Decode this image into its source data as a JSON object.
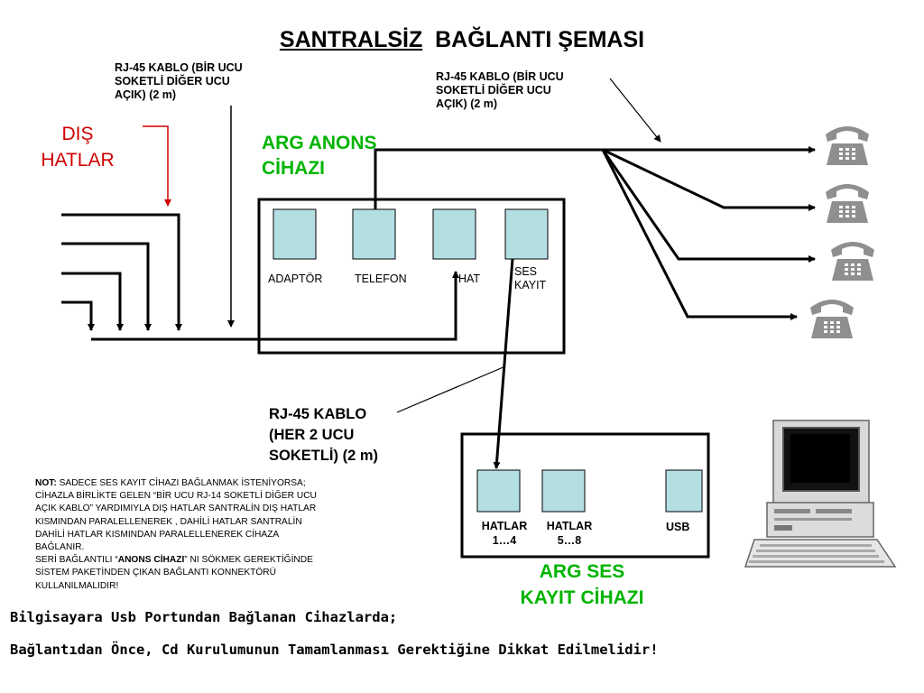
{
  "title": {
    "underlined": "SANTRALSİZ",
    "rest": "  BAĞLANTI ŞEMASI"
  },
  "cable_label_left": [
    "RJ-45 KABLO (BİR UCU",
    "SOKETLİ DİĞER UCU",
    "AÇIK) (2 m)"
  ],
  "cable_label_right": [
    "RJ-45 KABLO (BİR UCU",
    "SOKETLİ DİĞER UCU",
    "AÇIK) (2 m)"
  ],
  "dis_hatlar": [
    "DIŞ",
    "HATLAR"
  ],
  "anons_title": [
    "ARG ANONS",
    "CİHAZI"
  ],
  "anons_ports": [
    "ADAPTÖR",
    "TELEFON",
    "HAT",
    "SES",
    "KAYIT"
  ],
  "cable_label_mid": [
    "RJ-45 KABLO",
    "(HER 2 UCU",
    "SOKETLİ) (2 m)"
  ],
  "ses_ports": {
    "hatlar_1": [
      "HATLAR",
      "1…4"
    ],
    "hatlar_2": [
      "HATLAR",
      "5…8"
    ],
    "usb": "USB"
  },
  "ses_title": [
    "ARG SES",
    "KAYIT CİHAZI"
  ],
  "note": {
    "label": "NOT:",
    "line1": " SADECE SES KAYIT CİHAZI BAĞLANMAK İSTENİYORSA;",
    "line2": "CİHAZLA BİRLİKTE GELEN “BİR UCU RJ-14 SOKETLİ DİĞER UCU",
    "line3": "AÇIK KABLO” YARDIMIYLA DIŞ HATLAR SANTRALİN DIŞ HATLAR",
    "line4": "KISMINDAN PARALELLENEREK , DAHİLİ HATLAR SANTRALİN",
    "line5": "DAHİLİ HATLAR KISMINDAN PARALELLENEREK CİHAZA",
    "line6": "BAĞLANIR.",
    "line7a": "SERİ BAĞLANTILI “",
    "line7b": "ANONS CİHAZI",
    "line7c": "” NI SÖKMEK GEREKTİĞİNDE",
    "line8": "SİSTEM PAKETİNDEN ÇIKAN BAĞLANTI KONNEKTÖRÜ",
    "line9": "KULLANILMALIDIR!"
  },
  "bottom_line_1": "Bilgisayara Usb Portundan Bağlanan Cihazlarda;",
  "bottom_line_2": "Bağlantıdan Önce, Cd Kurulumunun Tamamlanması Gerektiğine Dikkat Edilmelidir!",
  "colors": {
    "port_fill": "#b3dfe3",
    "red": "#d00000",
    "green": "#00b400",
    "phone": "#8f8f8f"
  },
  "icons": [
    "telephone-icon",
    "computer-icon"
  ]
}
